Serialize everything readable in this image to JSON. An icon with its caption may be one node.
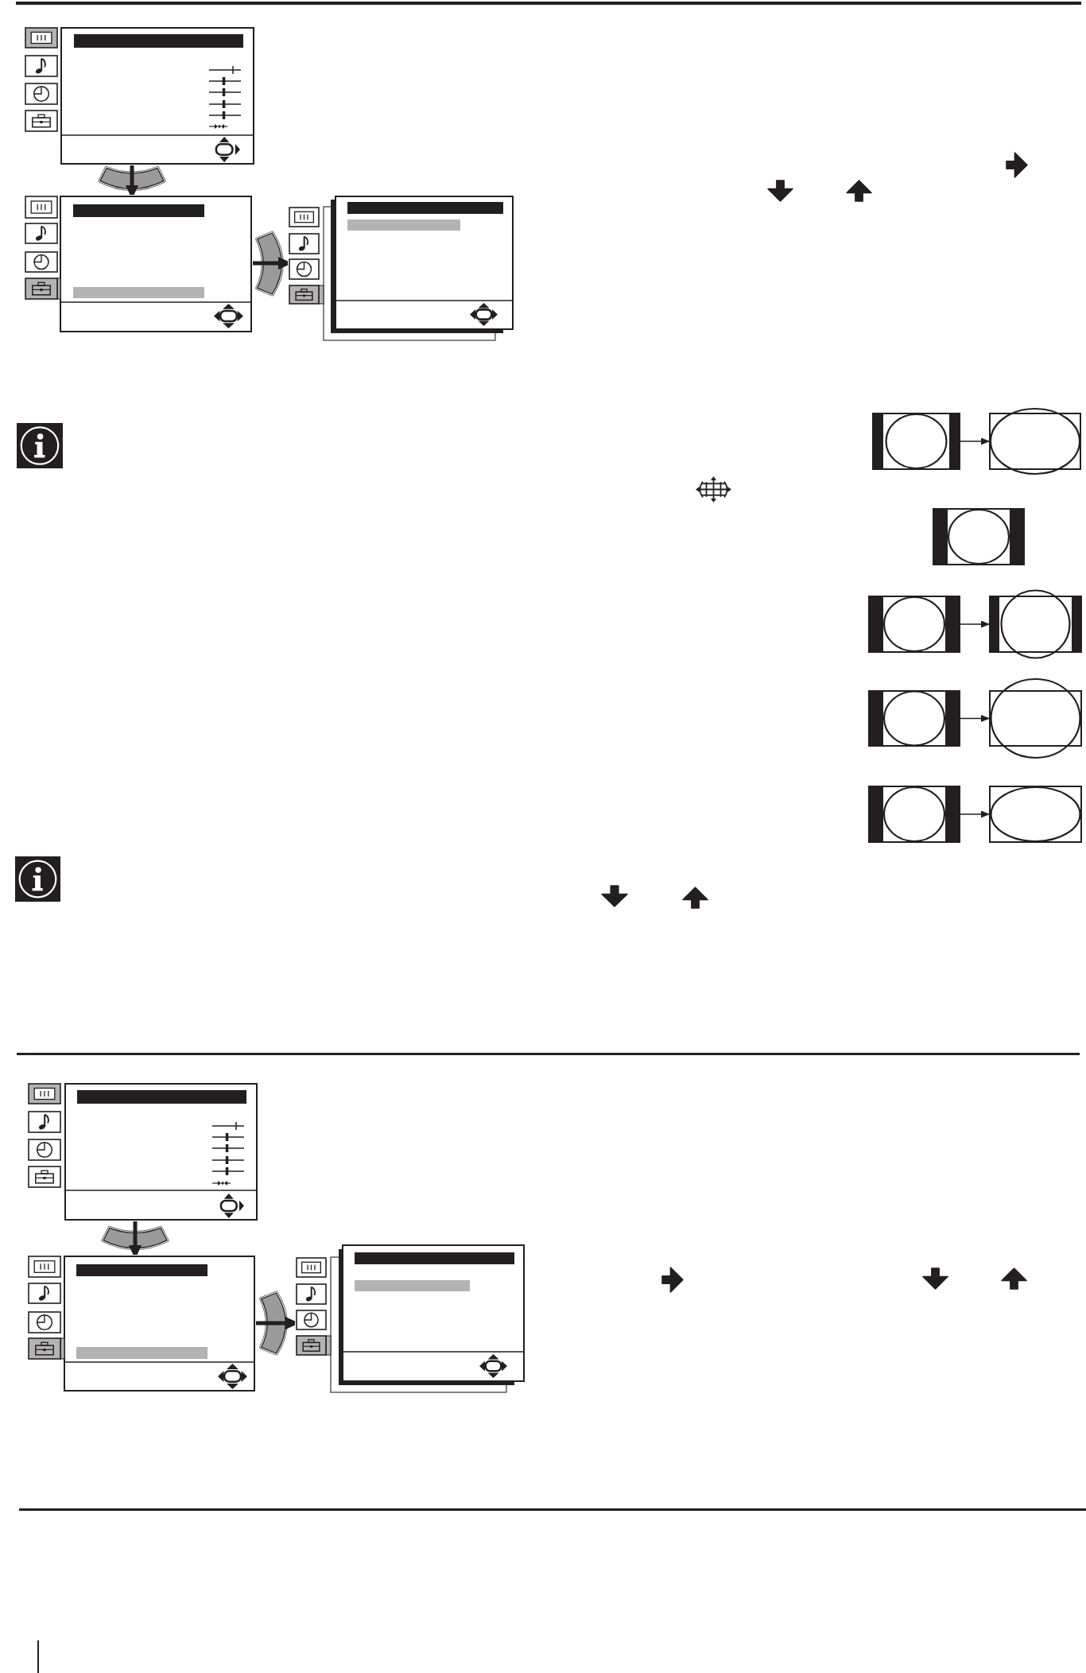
{
  "diagram": {
    "nodes": [
      {
        "text": [],
        "shape": "picture"
      },
      {
        "text": [],
        "shape": "bar",
        "in": 0
      },
      {
        "text": [],
        "shape": "picture"
      },
      {
        "text": [],
        "shape": "bar",
        "in": 2
      },
      {
        "text": [],
        "shape": "bar",
        "in": 2
      },
      {
        "text": [],
        "shape": "picture"
      },
      {
        "text": [],
        "shape": "bar",
        "in": 5
      },
      {
        "text": [],
        "shape": "bar",
        "in": 5
      },
      {
        "text": [],
        "shape": "picture"
      },
      {
        "text": [],
        "shape": "picture"
      },
      {
        "text": [],
        "shape": "picture"
      },
      {
        "text": [],
        "shape": "picture"
      },
      {
        "text": [],
        "shape": "picture"
      },
      {
        "text": [],
        "shape": "picture"
      },
      {
        "text": [],
        "shape": "picture"
      },
      {
        "text": [],
        "shape": "picture"
      },
      {
        "text": [],
        "shape": "box"
      },
      {
        "text": [],
        "shape": "picture"
      },
      {
        "text": [],
        "shape": "bar",
        "in": 17
      },
      {
        "text": [],
        "shape": "picture"
      },
      {
        "text": [],
        "shape": "bar",
        "in": 19
      },
      {
        "text": [],
        "shape": "bar",
        "in": 19
      },
      {
        "text": [],
        "shape": "picture"
      },
      {
        "text": [],
        "shape": "bar",
        "in": 22
      },
      {
        "text": [],
        "shape": "bar",
        "in": 22
      }
    ],
    "edges": [
      {
        "from": 0,
        "to": 2,
        "arrow": "to",
        "style": "thick"
      },
      {
        "from": 2,
        "to": 5,
        "arrow": "to",
        "style": "thick"
      },
      {
        "from": 8,
        "to": 9,
        "arrow": "to"
      },
      {
        "from": 11,
        "to": 12,
        "arrow": "to"
      },
      {
        "from": 13,
        "to": 14,
        "arrow": "to"
      },
      {
        "from": 15,
        "to": 16,
        "arrow": "to"
      },
      {
        "from": 17,
        "to": 19,
        "arrow": "to",
        "style": "thick"
      },
      {
        "from": 19,
        "to": 22,
        "arrow": "to",
        "style": "thick"
      }
    ]
  }
}
